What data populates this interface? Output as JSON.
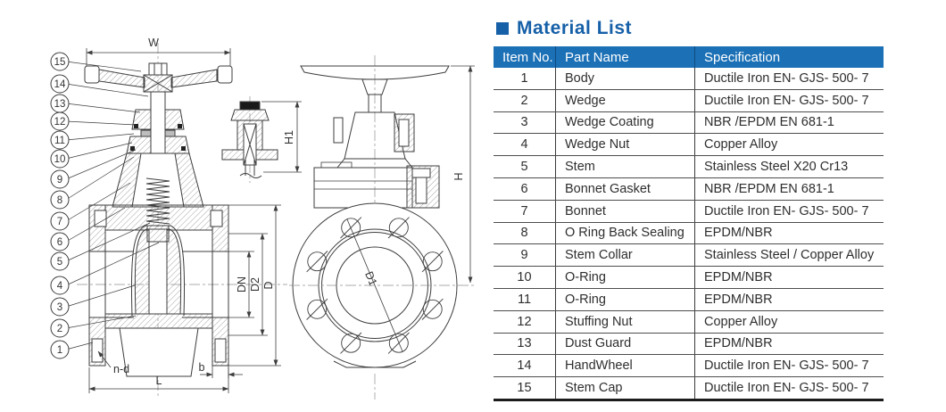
{
  "title": {
    "bullet_icon": "square-bullet-icon",
    "text": "Material List"
  },
  "colors": {
    "title_blue": "#1660a8",
    "table_header_bg": "#1b70b6",
    "table_header_text": "#ffffff",
    "drawing_line": "#3d3d3d"
  },
  "table": {
    "headers": [
      "Item No.",
      "Part Name",
      "Specification"
    ],
    "rows": [
      {
        "no": "1",
        "part": "Body",
        "spec": "Ductile Iron EN- GJS- 500- 7"
      },
      {
        "no": "2",
        "part": "Wedge",
        "spec": "Ductile Iron EN- GJS- 500- 7"
      },
      {
        "no": "3",
        "part": "Wedge Coating",
        "spec": "NBR /EPDM EN 681-1"
      },
      {
        "no": "4",
        "part": "Wedge Nut",
        "spec": "Copper Alloy"
      },
      {
        "no": "5",
        "part": "Stem",
        "spec": "Stainless Steel X20 Cr13"
      },
      {
        "no": "6",
        "part": "Bonnet Gasket",
        "spec": "NBR /EPDM EN 681-1"
      },
      {
        "no": "7",
        "part": "Bonnet",
        "spec": "Ductile Iron EN- GJS- 500- 7"
      },
      {
        "no": "8",
        "part": "O Ring Back Sealing",
        "spec": "EPDM/NBR"
      },
      {
        "no": "9",
        "part": "Stem Collar",
        "spec": "Stainless Steel / Copper Alloy"
      },
      {
        "no": "10",
        "part": "O-Ring",
        "spec": "EPDM/NBR"
      },
      {
        "no": "11",
        "part": "O-Ring",
        "spec": "EPDM/NBR"
      },
      {
        "no": "12",
        "part": "Stuffing Nut",
        "spec": "Copper Alloy"
      },
      {
        "no": "13",
        "part": "Dust Guard",
        "spec": "EPDM/NBR"
      },
      {
        "no": "14",
        "part": "HandWheel",
        "spec": "Ductile Iron EN- GJS- 500- 7"
      },
      {
        "no": "15",
        "part": "Stem Cap",
        "spec": "Ductile Iron EN- GJS- 500- 7"
      }
    ]
  },
  "drawing": {
    "callouts": [
      "15",
      "14",
      "13",
      "12",
      "11",
      "10",
      "9",
      "8",
      "7",
      "6",
      "5",
      "4",
      "3",
      "2",
      "1"
    ],
    "dims": {
      "W": "W",
      "H": "H",
      "H1": "H1",
      "DN": "DN",
      "D2": "D2",
      "D": "D",
      "D1": "D1",
      "L": "L",
      "b": "b",
      "n_d": "n-d"
    }
  }
}
